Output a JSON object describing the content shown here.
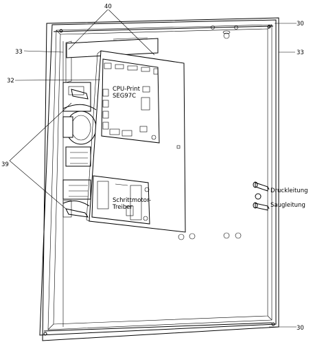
{
  "callouts": {
    "c40": "40",
    "c30_top": "30",
    "c33_left": "33",
    "c33_right": "33",
    "c32": "32",
    "c39": "39",
    "c30_bottom": "30"
  },
  "labels": {
    "cpu_line1": "CPU-Print",
    "cpu_line2": "SEG97C",
    "motor_line1": "Schrittmotor-",
    "motor_line2": "Treiber",
    "pressure_line": "Druckleitung",
    "suction_line": "Saugleitung"
  }
}
